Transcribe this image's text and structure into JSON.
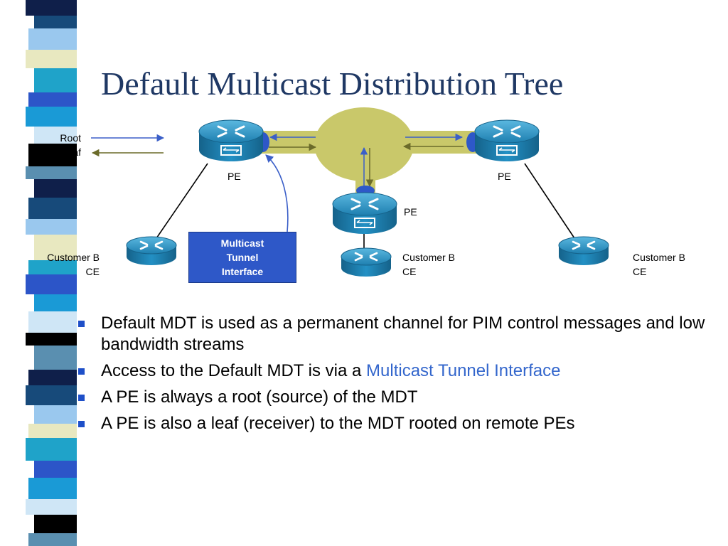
{
  "slide": {
    "title": "Default Multicast Distribution Tree"
  },
  "legend": {
    "root": "Root",
    "leaf": "Leaf"
  },
  "diagram": {
    "pe_left": "PE",
    "pe_right": "PE",
    "pe_center": "PE",
    "ce_left_line1": "Customer B",
    "ce_left_line2": "CE",
    "ce_center_line1": "Customer B",
    "ce_center_line2": "CE",
    "ce_right_line1": "Customer B",
    "ce_right_line2": "CE",
    "mti_line1": "Multicast",
    "mti_line2": "Tunnel",
    "mti_line3": "Interface"
  },
  "bullets": [
    {
      "text": "Default MDT is used as a permanent channel for PIM control messages and low bandwidth streams"
    },
    {
      "prefix": "Access to the Default MDT is via a ",
      "highlight": "Multicast Tunnel Interface"
    },
    {
      "text": "A PE is always a root (source) of the MDT"
    },
    {
      "text": "A PE is also a leaf (receiver) to the MDT rooted on remote PEs"
    }
  ],
  "colors": {
    "title": "#1f3864",
    "cloud": "#c9c86a",
    "router": "#1f86b8",
    "mti_box": "#2e58c8",
    "bullet": "#1e4fc8",
    "highlight": "#3366cc"
  },
  "icons": {
    "router": "router-icon",
    "bullet": "square-bullet-icon"
  }
}
